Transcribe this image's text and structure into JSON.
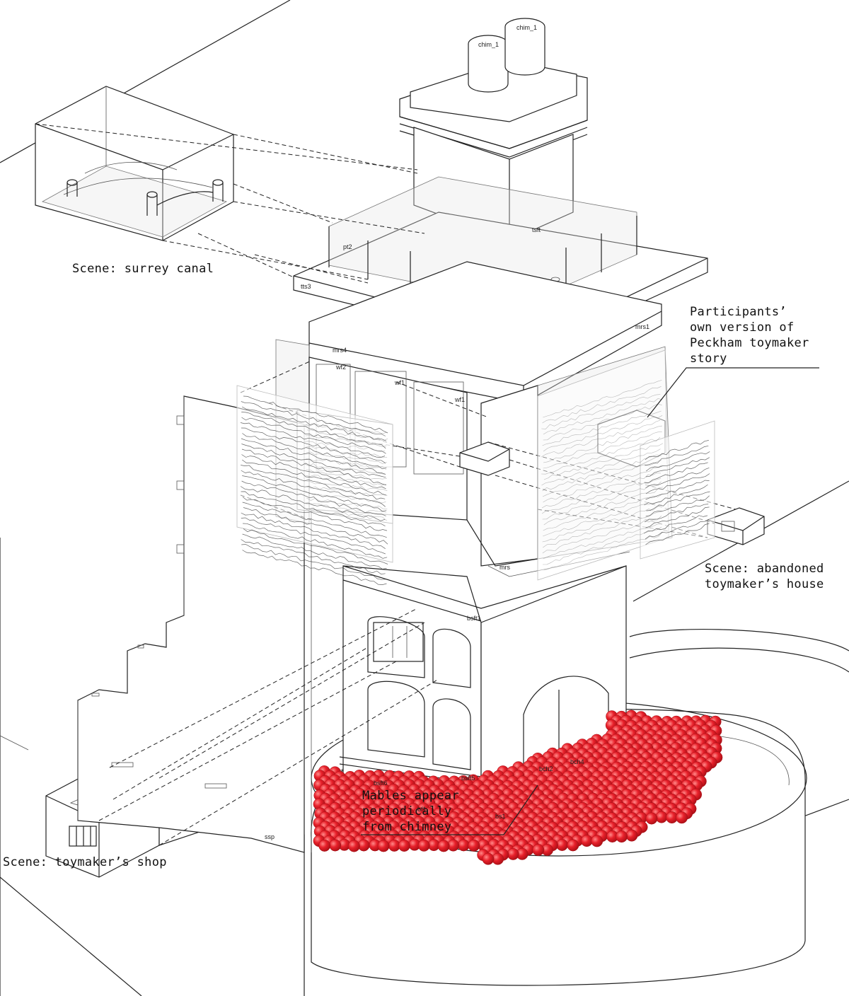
{
  "annotations": {
    "surrey_canal": "Scene: surrey canal",
    "participants": "Participants’\nown version of\nPeckham toymaker\nstory",
    "abandoned_house": "Scene: abandoned\ntoymaker’s house",
    "toymaker_shop": "Scene: toymaker’s shop",
    "marbles": "Mables appear\nperiodically\nfrom chimney"
  },
  "part_labels": {
    "chim_1": "chim_1",
    "chim_2": "chim_1",
    "tsft": "tsft",
    "pt2": "pt2",
    "tts3": "tts3",
    "mrs4": "mrs4",
    "mrs1": "mrs1",
    "wf2": "wf2",
    "wf1a": "wf1",
    "wf1b": "wf1",
    "bsft1": "bsft1",
    "bsft5": "bsft5",
    "bsft6": "bsft6",
    "bf1": "bf1",
    "bs1": "bs1",
    "bch2": "bch2",
    "bch4": "bch4",
    "ssp": "ssp",
    "mrs": "mrs"
  },
  "colors": {
    "marbles": "#e8202a",
    "marble_shade": "#a80f16",
    "marble_highlight": "#ff8a8a",
    "lines": "#222222"
  }
}
